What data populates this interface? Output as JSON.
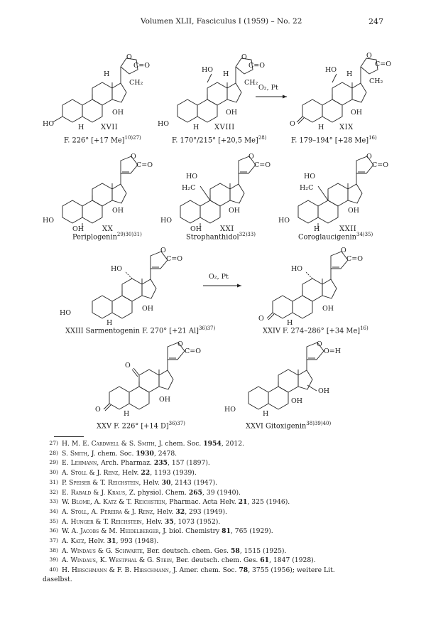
{
  "header": {
    "running_head": "Volumen XLII, Fasciculus I (1959) – No. 22",
    "page_number": "247"
  },
  "reaction_reagent": "O₂, Pt",
  "row1": {
    "s17": {
      "label": "XVII",
      "caption": "F. 226° [+17 Me]",
      "sup": "10)27)"
    },
    "s18": {
      "label": "XVIII",
      "caption": "F. 170°/215° [+20,5 Me]",
      "sup": "28)"
    },
    "s19": {
      "label": "XIX",
      "caption": "F. 179–194° [+28 Me]",
      "sup": "16)"
    }
  },
  "row2": {
    "s20": {
      "label": "XX",
      "caption": "Periplogenin",
      "sup": "29)30)31)"
    },
    "s21": {
      "label": "XXI",
      "caption": "Strophanthidol",
      "sup": "32)33)"
    },
    "s22": {
      "label": "XXII",
      "caption": "Coroglaucigenin",
      "sup": "34)35)"
    }
  },
  "row3": {
    "s23": {
      "caption": "XXIII Sarmentogenin F. 270° [+21 Al]",
      "sup": "36)37)"
    },
    "s24": {
      "caption": "XXIV F. 274–286° [+34 Me]",
      "sup": "16)"
    }
  },
  "row4": {
    "s25": {
      "caption": "XXV F. 226° [+14 D]",
      "sup": "36)37)"
    },
    "s26": {
      "caption": "XXVI Gitoxigenin",
      "sup": "38)39)40)"
    }
  },
  "atoms": {
    "ho": "HO",
    "oh": "OH",
    "h": "H",
    "h2": "H₂",
    "o": "O",
    "c_o": "C=O",
    "h2c": "H₂C",
    "ch2": "CH₂",
    "o_h": "O=H"
  },
  "references": [
    {
      "num": "27)",
      "pre": "H. M. E. ",
      "auth": "Cardwell & S. Smith",
      "post": ", J. chem. Soc. ",
      "vol": "1954",
      "tail": ", 2012."
    },
    {
      "num": "28)",
      "pre": "S. ",
      "auth": "Smith",
      "post": ", J. chem. Soc. ",
      "vol": "1930",
      "tail": ", 2478."
    },
    {
      "num": "29)",
      "pre": "E. ",
      "auth": "Lehmann",
      "post": ", Arch. Pharmaz. ",
      "vol": "235",
      "tail": ", 157 (1897)."
    },
    {
      "num": "30)",
      "pre": "A. ",
      "auth": "Stoll & J. Renz",
      "post": ", Helv. ",
      "vol": "22",
      "tail": ", 1193 (1939)."
    },
    {
      "num": "31)",
      "pre": "P. ",
      "auth": "Speiser & T. Reichstein",
      "post": ", Helv. ",
      "vol": "30",
      "tail": ", 2143 (1947)."
    },
    {
      "num": "32)",
      "pre": "E. ",
      "auth": "Rabald & J. Kraus",
      "post": ", Z. physiol. Chem. ",
      "vol": "265",
      "tail": ", 39 (1940)."
    },
    {
      "num": "33)",
      "pre": "W. ",
      "auth": "Blome, A. Katz & T. Reichstein",
      "post": ", Pharmac. Acta Helv. ",
      "vol": "21",
      "tail": ", 325 (1946)."
    },
    {
      "num": "34)",
      "pre": "A. ",
      "auth": "Stoll, A. Pereira & J. Renz",
      "post": ", Helv. ",
      "vol": "32",
      "tail": ", 293 (1949)."
    },
    {
      "num": "35)",
      "pre": "A. ",
      "auth": "Hunger & T. Reichstein",
      "post": ", Helv. ",
      "vol": "35",
      "tail": ", 1073 (1952)."
    },
    {
      "num": "36)",
      "pre": "W. A. ",
      "auth": "Jacobs & M. Heidelberger",
      "post": ", J. biol. Chemistry ",
      "vol": "81",
      "tail": ", 765 (1929)."
    },
    {
      "num": "37)",
      "pre": "A. ",
      "auth": "Katz",
      "post": ", Helv. ",
      "vol": "31",
      "tail": ", 993 (1948)."
    },
    {
      "num": "38)",
      "pre": "A. ",
      "auth": "Windaus & G. Schwarte",
      "post": ", Ber. deutsch. chem. Ges. ",
      "vol": "58",
      "tail": ", 1515 (1925)."
    },
    {
      "num": "39)",
      "pre": "A. ",
      "auth": "Windaus, K. Westphal & G. Stein",
      "post": ", Ber. deutsch. chem. Ges. ",
      "vol": "61",
      "tail": ", 1847 (1928)."
    },
    {
      "num": "40)",
      "pre": "H. ",
      "auth": "Hirschmann & F. B. Hirschmann",
      "post": ", J. Amer. chem. Soc. ",
      "vol": "78",
      "tail": ", 3755 (1956); weitere Lit."
    }
  ],
  "reference_continuation": "daselbst."
}
